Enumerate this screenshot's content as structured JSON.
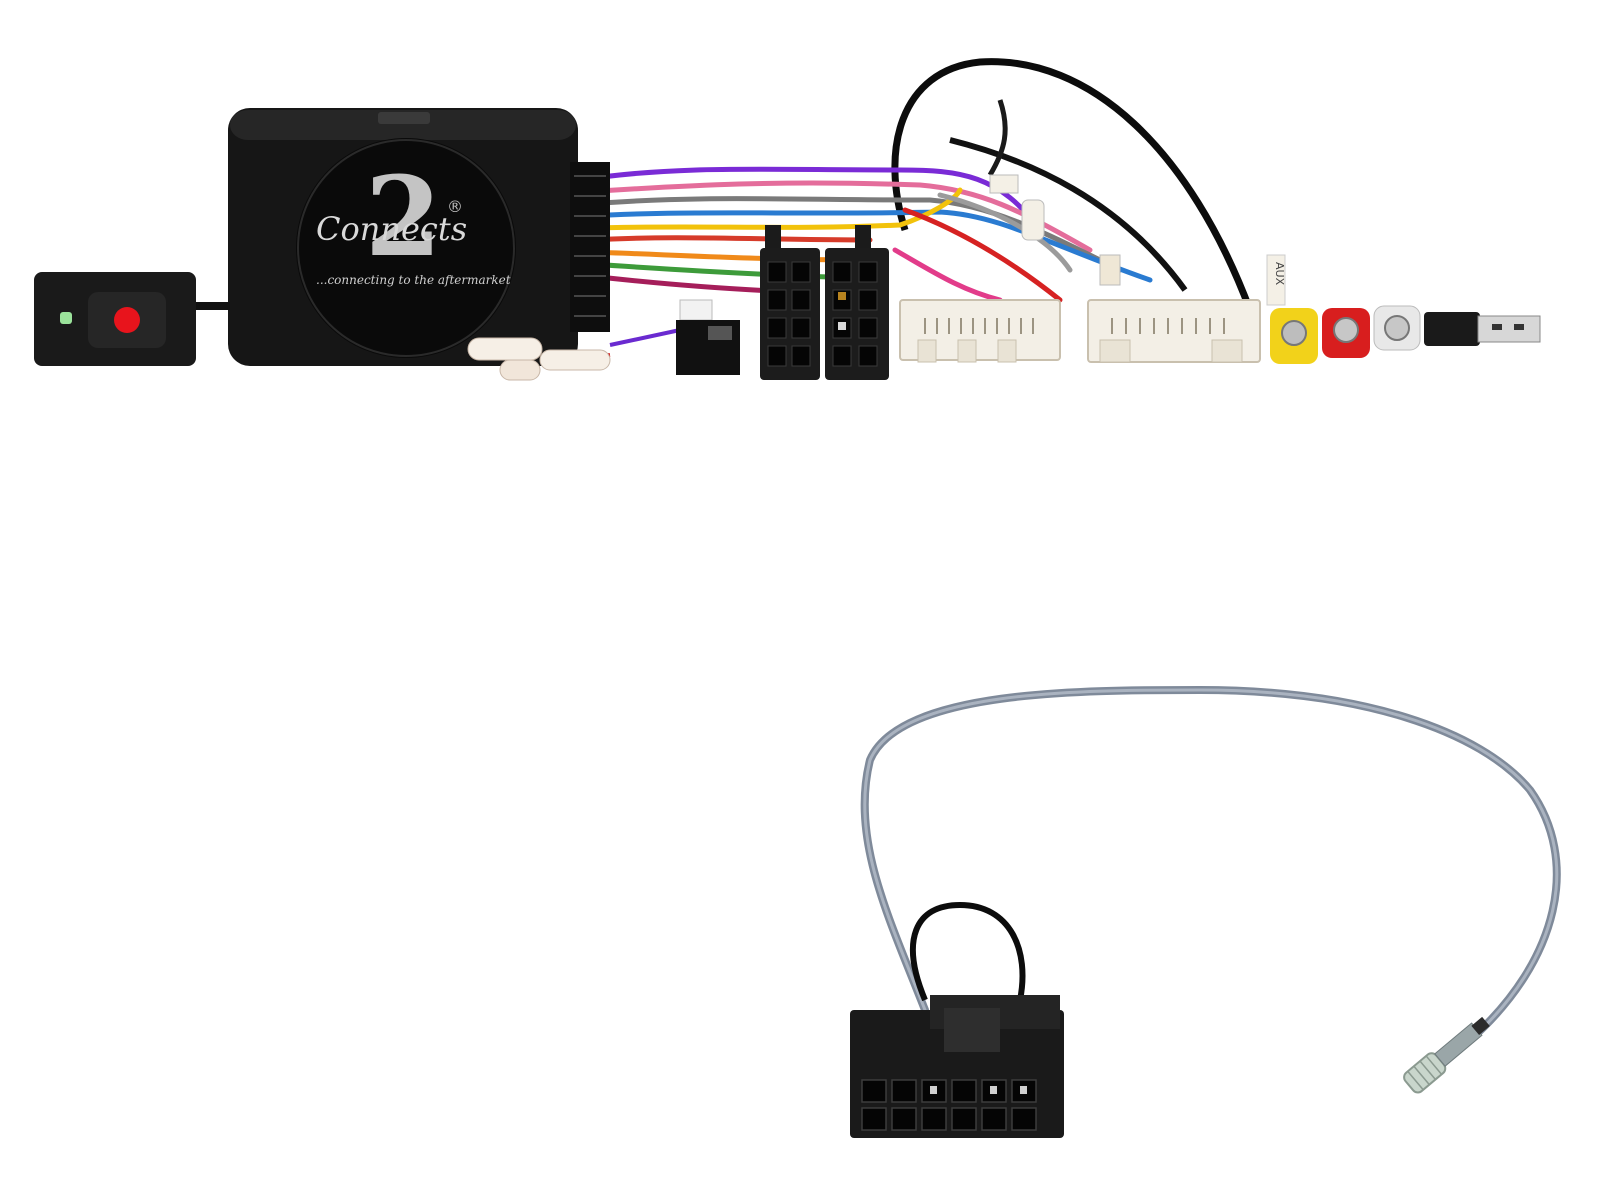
{
  "product": {
    "brand_logo": {
      "numeral": "2",
      "registered_mark": "®",
      "wordmark": "Connects",
      "tagline": "...connecting to the aftermarket"
    },
    "aux_label": "AUX"
  },
  "colors": {
    "background": "#ffffff",
    "module_body": "#161616",
    "led_red": "#e8141c",
    "led_green": "#9be39b",
    "connector_white": "#f3efe6",
    "rca_yellow": "#f2d21a",
    "rca_red": "#d81e1e",
    "antenna_cable_grey": "#7f8a9a"
  },
  "icons": [
    "interface-module-icon",
    "led-remote-icon",
    "iso-connector-icon",
    "vehicle-harness-connector-icon",
    "rca-plug-icon",
    "usb-plug-icon",
    "patch-lead-connector-icon",
    "antenna-plug-icon"
  ]
}
